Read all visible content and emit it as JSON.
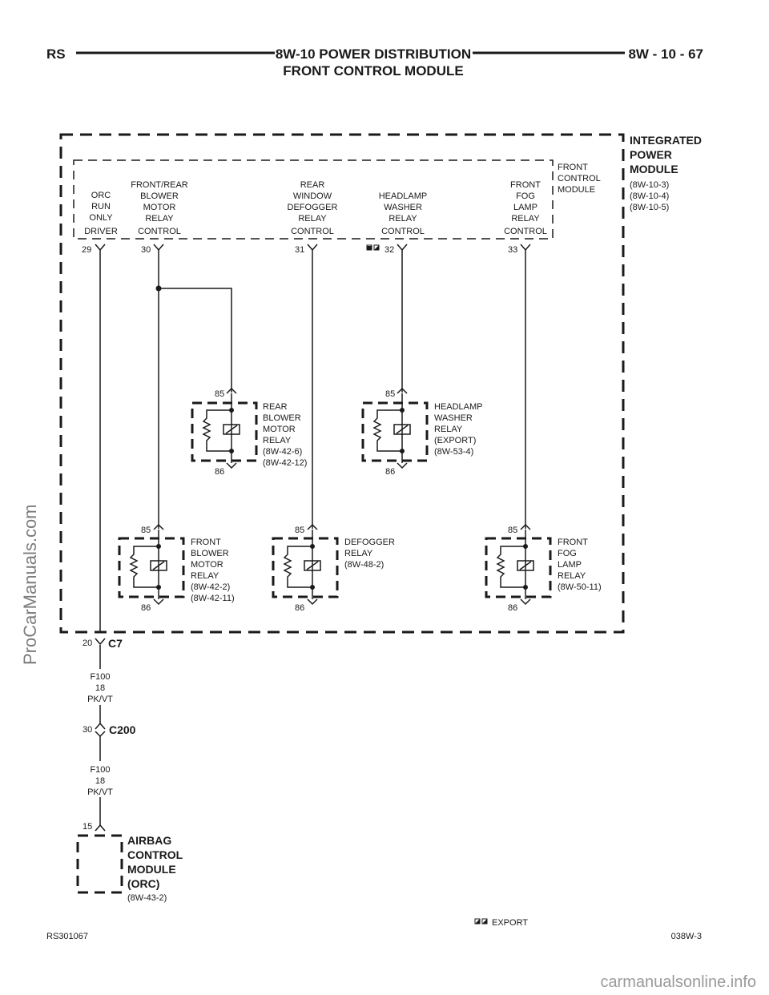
{
  "header": {
    "left": "RS",
    "title_line1": "8W-10 POWER DISTRIBUTION",
    "title_line2": "FRONT CONTROL MODULE",
    "right": "8W - 10 - 67"
  },
  "ipm": {
    "name_lines": [
      "INTEGRATED",
      "POWER",
      "MODULE"
    ],
    "refs": [
      "(8W-10-3)",
      "(8W-10-4)",
      "(8W-10-5)"
    ]
  },
  "fcm": {
    "name_lines": [
      "FRONT",
      "CONTROL",
      "MODULE"
    ]
  },
  "circuits": [
    {
      "pin": "29",
      "label_lines": [
        "ORC",
        "RUN",
        "ONLY",
        "DRIVER"
      ]
    },
    {
      "pin": "30",
      "label_lines": [
        "FRONT/REAR",
        "BLOWER",
        "MOTOR",
        "RELAY",
        "CONTROL"
      ]
    },
    {
      "pin": "31",
      "label_lines": [
        "REAR",
        "WINDOW",
        "DEFOGGER",
        "RELAY",
        "CONTROL"
      ]
    },
    {
      "pin": "32",
      "label_lines": [
        "HEADLAMP",
        "WASHER",
        "RELAY",
        "CONTROL"
      ]
    },
    {
      "pin": "33",
      "label_lines": [
        "FRONT",
        "FOG",
        "LAMP",
        "RELAY",
        "CONTROL"
      ]
    }
  ],
  "relays": [
    {
      "pin_in": "85",
      "pin_out": "86",
      "label_lines": [
        "REAR",
        "BLOWER",
        "MOTOR",
        "RELAY",
        "(8W-42-6)",
        "(8W-42-12)"
      ]
    },
    {
      "pin_in": "85",
      "pin_out": "86",
      "label_lines": [
        "HEADLAMP",
        "WASHER",
        "RELAY",
        "(EXPORT)",
        "(8W-53-4)"
      ]
    },
    {
      "pin_in": "85",
      "pin_out": "86",
      "label_lines": [
        "FRONT",
        "BLOWER",
        "MOTOR",
        "RELAY",
        "(8W-42-2)",
        "(8W-42-11)"
      ]
    },
    {
      "pin_in": "85",
      "pin_out": "86",
      "label_lines": [
        "DEFOGGER",
        "RELAY",
        "(8W-48-2)"
      ]
    },
    {
      "pin_in": "85",
      "pin_out": "86",
      "label_lines": [
        "FRONT",
        "FOG",
        "LAMP",
        "RELAY",
        "(8W-50-11)"
      ]
    }
  ],
  "connectors": [
    {
      "pin": "20",
      "name": "C7"
    },
    {
      "pin": "30",
      "name": "C200"
    }
  ],
  "wires": [
    {
      "lines": [
        "F100",
        "18",
        "PK/VT"
      ]
    },
    {
      "lines": [
        "F100",
        "18",
        "PK/VT"
      ]
    }
  ],
  "orc": {
    "pin": "15",
    "name_lines": [
      "AIRBAG",
      "CONTROL",
      "MODULE",
      "(ORC)"
    ],
    "ref": "(8W-43-2)"
  },
  "legend": {
    "export_label": "EXPORT"
  },
  "footer": {
    "left": "RS301067",
    "right": "038W-3"
  },
  "watermarks": {
    "side": "ProCarManuals.com",
    "bottom": "carmanualsonline.info"
  }
}
